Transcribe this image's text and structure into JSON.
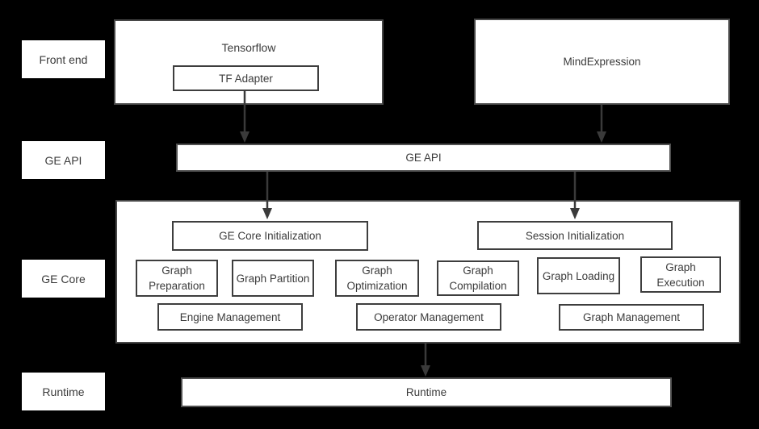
{
  "row_labels": [
    "Front end",
    "GE API",
    "GE Core",
    "Runtime"
  ],
  "frontend": {
    "tensorflow_label": "Tensorflow",
    "tf_adapter_label": "TF Adapter",
    "mindexpression_label": "MindExpression"
  },
  "ge_api": {
    "label": "GE API"
  },
  "ge_core": {
    "init_boxes": [
      "GE Core Initialization",
      "Session Initialization"
    ],
    "function_boxes": [
      "Graph Preparation",
      "Graph Partition",
      "Graph Optimization",
      "Graph Compilation",
      "Graph Loading",
      "Graph Execution"
    ],
    "management_boxes": [
      "Engine Management",
      "Operator Management",
      "Graph Management"
    ]
  },
  "runtime": {
    "label": "Runtime"
  },
  "colors": {
    "background": "#000000",
    "box_fill": "#ffffff",
    "box_border": "#474747",
    "inner_box_border": "#3e3e3e",
    "text": "#3b3b3b",
    "arrow": "#3a3a3a"
  }
}
